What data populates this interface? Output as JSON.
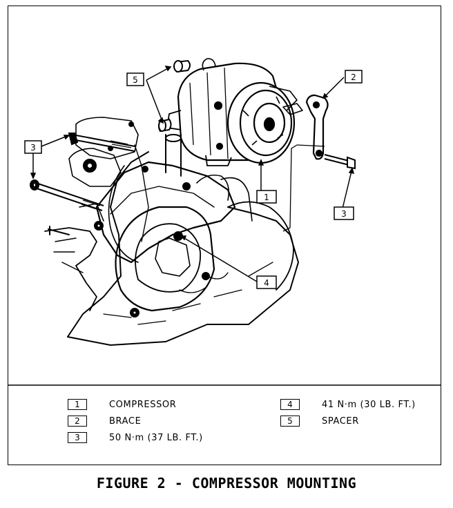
{
  "callouts": [
    {
      "number": "5"
    },
    {
      "number": "2"
    },
    {
      "number": "3"
    },
    {
      "number": "1"
    },
    {
      "number": "3"
    },
    {
      "number": "4"
    }
  ],
  "legend": [
    {
      "number": "1",
      "label": "COMPRESSOR"
    },
    {
      "number": "2",
      "label": "BRACE"
    },
    {
      "number": "3",
      "label": "50 N·m (37 LB. FT.)"
    },
    {
      "number": "4",
      "label": "41 N·m (30 LB. FT.)"
    },
    {
      "number": "5",
      "label": "SPACER"
    }
  ],
  "caption": "FIGURE 2 - COMPRESSOR MOUNTING"
}
